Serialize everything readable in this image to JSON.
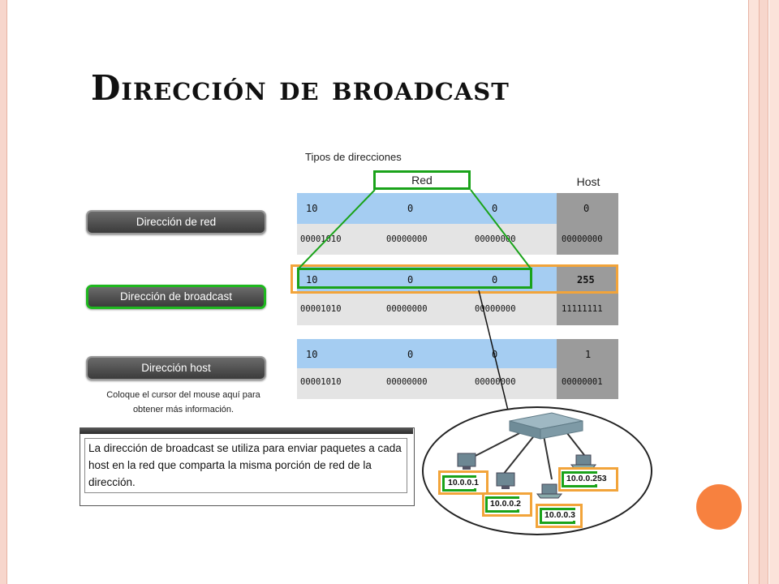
{
  "title": "Dirección de broadcast",
  "diagram": {
    "caption": "Tipos de direcciones",
    "header_red": "Red",
    "header_host": "Host",
    "rows": [
      {
        "octets": [
          "10",
          "0",
          "0",
          "0"
        ],
        "binary": [
          "00001010",
          "00000000",
          "00000000",
          "00000000"
        ]
      },
      {
        "octets": [
          "10",
          "0",
          "0",
          "255"
        ],
        "binary": [
          "00001010",
          "00000000",
          "00000000",
          "11111111"
        ]
      },
      {
        "octets": [
          "10",
          "0",
          "0",
          "1"
        ],
        "binary": [
          "00001010",
          "00000000",
          "00000000",
          "00000001"
        ]
      }
    ],
    "buttons": [
      "Dirección de red",
      "Dirección de broadcast",
      "Dirección host"
    ],
    "active_button": "Dirección de broadcast",
    "hint": "Coloque el cursor del mouse aquí para obtener más información.",
    "info_text": "La dirección de broadcast se utiliza para enviar paquetes a cada host en la red que comparta la misma porción de red de la dirección.",
    "hosts": {
      "h1": {
        "net": "10.0.0",
        "host": "1"
      },
      "h2": {
        "net": "10.0.0",
        "host": "2"
      },
      "h3": {
        "net": "10.0.0",
        "host": "3"
      },
      "h4": {
        "net": "10.0.0",
        "host": "253"
      }
    }
  },
  "colors": {
    "accent_green": "#1aa31a",
    "accent_orange": "#f2a43a",
    "row_blue": "#a5cdf2",
    "host_grey": "#9b9b9b",
    "slide_dot": "#f7813f"
  }
}
